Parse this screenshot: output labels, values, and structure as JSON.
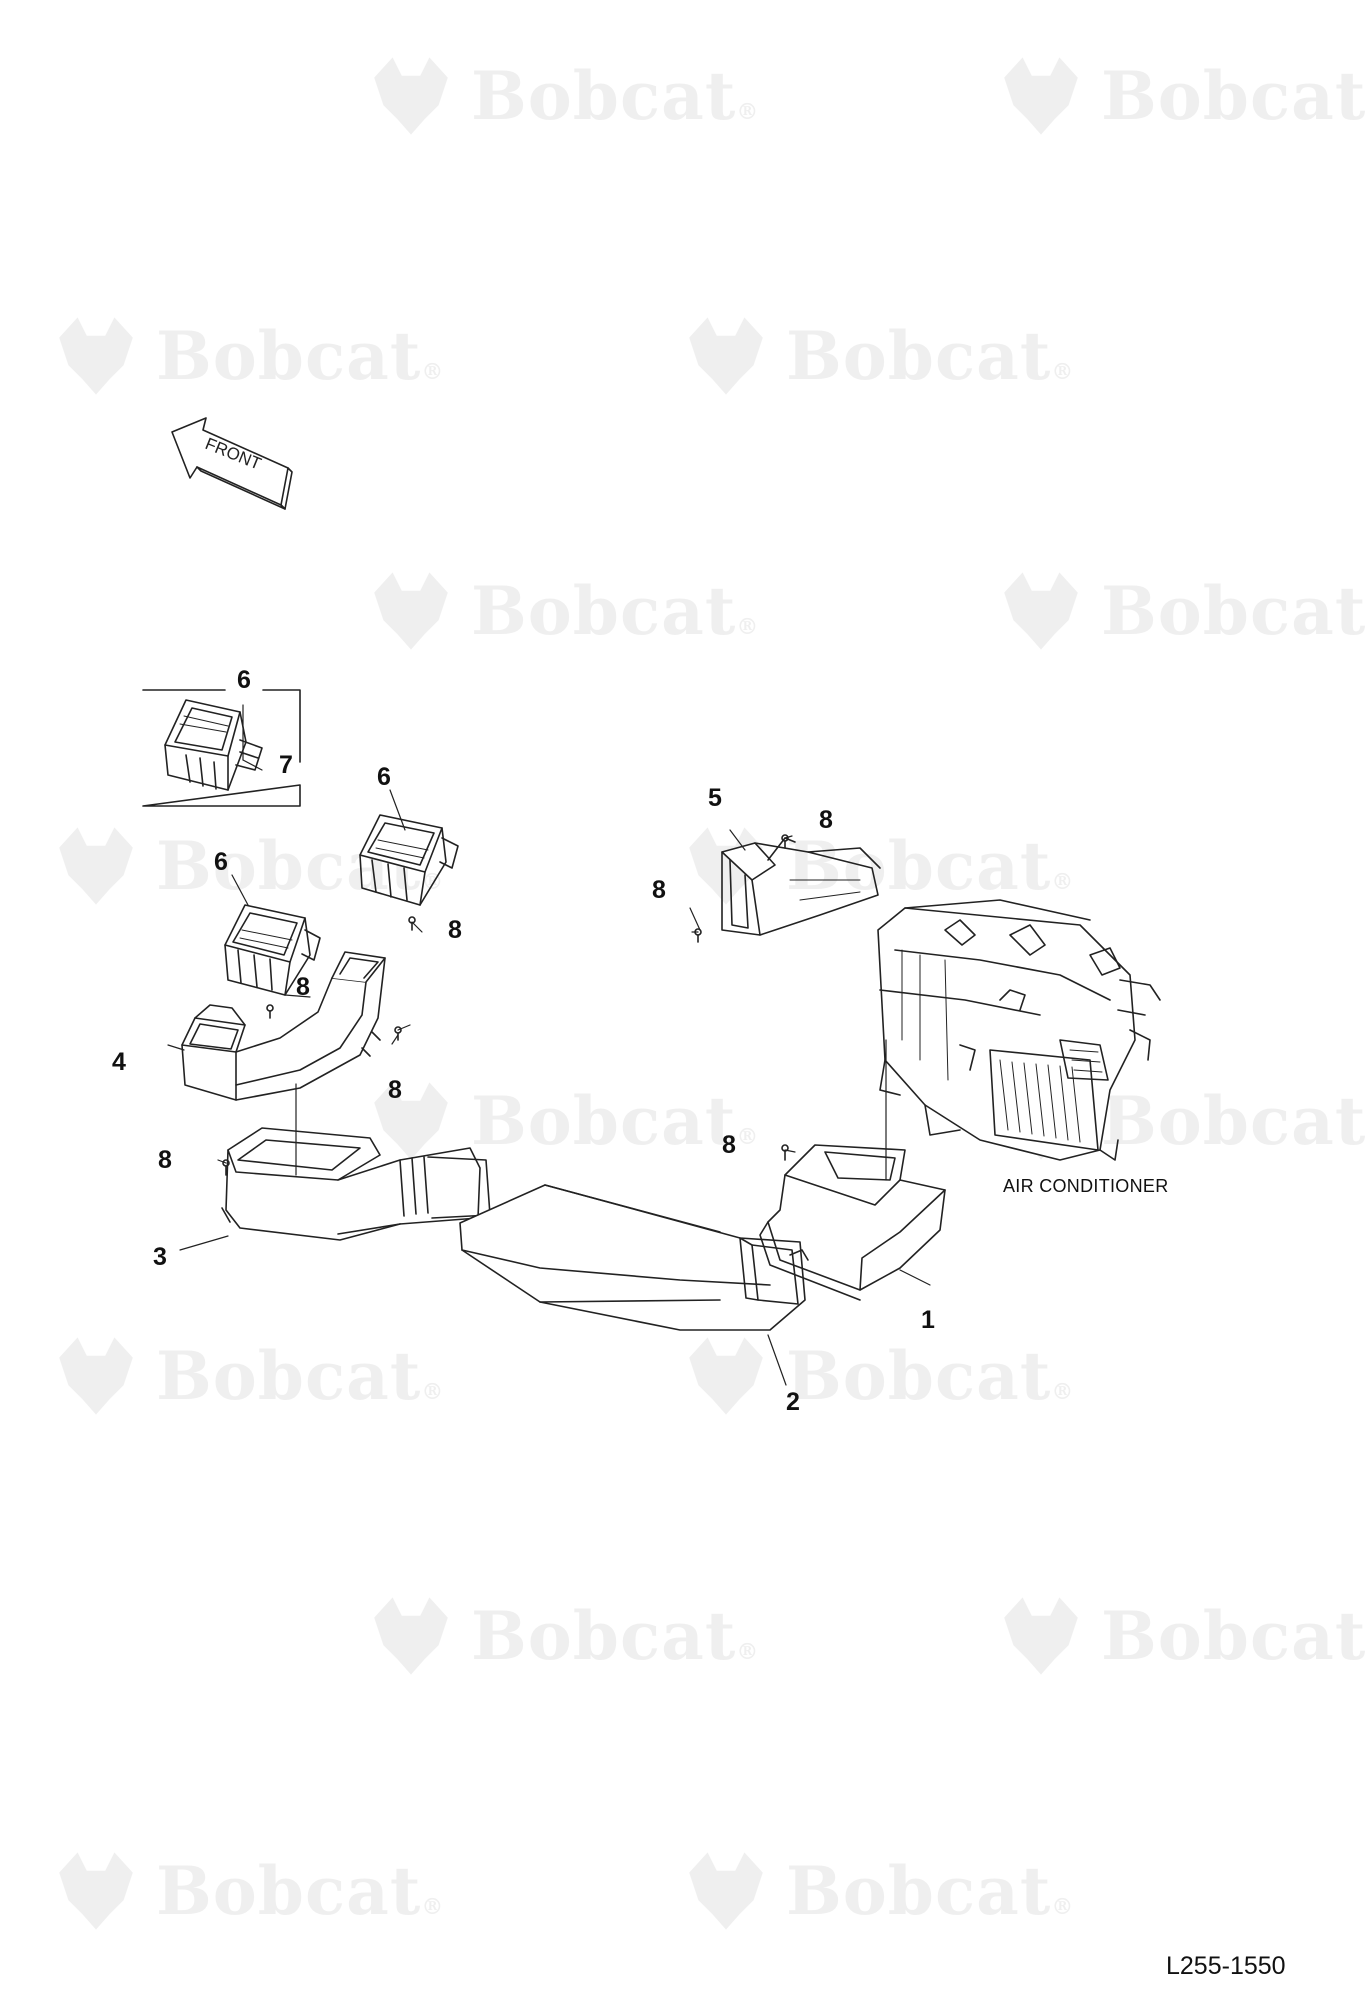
{
  "watermark": {
    "text": "Bobcat",
    "mark": "®"
  },
  "front_arrow": {
    "label": "FRONT"
  },
  "callouts": {
    "c1": "1",
    "c2": "2",
    "c3": "3",
    "c4": "4",
    "c5": "5",
    "c6_box": "6",
    "c6_upper": "6",
    "c6_lower": "6",
    "c7": "7",
    "c8_left": "8",
    "c8_mid_top": "8",
    "c8_mid": "8",
    "c8_mid_low": "8",
    "c8_top_right": "8",
    "c8_right_upper": "8",
    "c8_right": "8"
  },
  "labels": {
    "air_conditioner": "AIR CONDITIONER"
  },
  "drawing_number": "L255-1550"
}
